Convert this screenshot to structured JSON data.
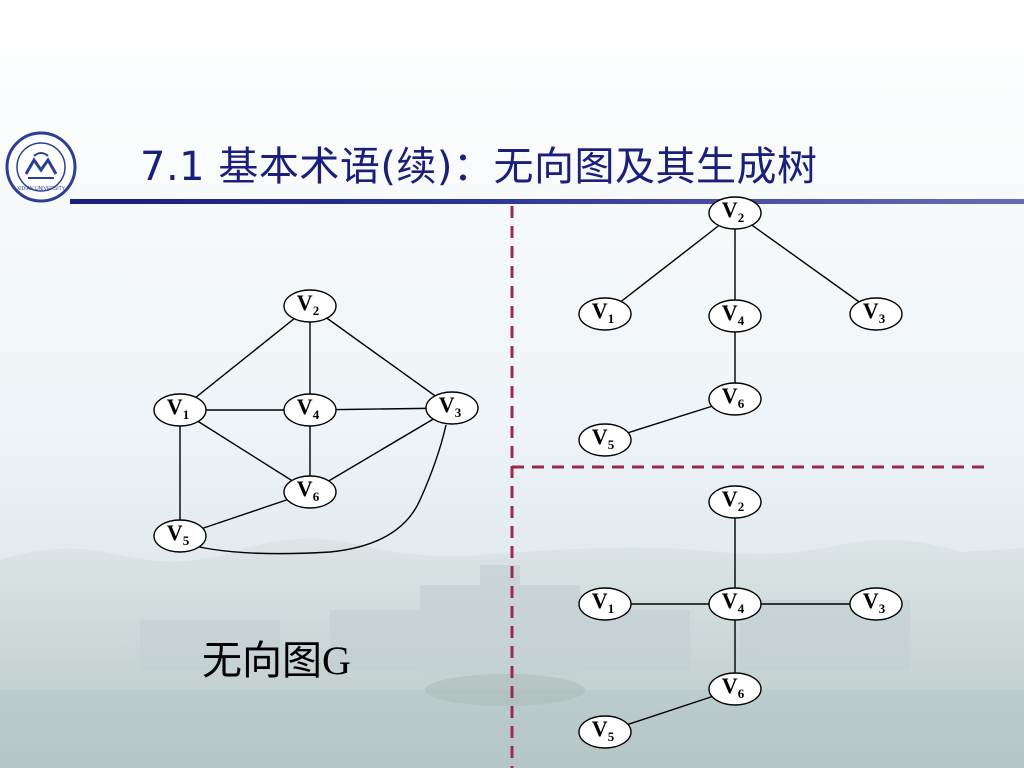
{
  "slide": {
    "title": "7.1 基本术语(续)：无向图及其生成树",
    "caption_prefix": "无向图",
    "caption_g": "G"
  },
  "logo": {
    "icon": "university-seal-icon",
    "text_ring": "XIDIAN UNIVERSITY"
  },
  "colors": {
    "title": "#1b1f7a",
    "divider": "#9c2a4a",
    "edge": "#000000",
    "node_fill": "#ffffff"
  },
  "graphs": [
    {
      "id": "graph-g",
      "nodes": [
        {
          "id": "v1",
          "base": "V",
          "sub": "1"
        },
        {
          "id": "v2",
          "base": "V",
          "sub": "2"
        },
        {
          "id": "v3",
          "base": "V",
          "sub": "3"
        },
        {
          "id": "v4",
          "base": "V",
          "sub": "4"
        },
        {
          "id": "v5",
          "base": "V",
          "sub": "5"
        },
        {
          "id": "v6",
          "base": "V",
          "sub": "6"
        }
      ],
      "edges": [
        [
          "v2",
          "v1"
        ],
        [
          "v2",
          "v4"
        ],
        [
          "v2",
          "v3"
        ],
        [
          "v1",
          "v4"
        ],
        [
          "v4",
          "v3"
        ],
        [
          "v1",
          "v6"
        ],
        [
          "v4",
          "v6"
        ],
        [
          "v3",
          "v6"
        ],
        [
          "v1",
          "v5"
        ],
        [
          "v5",
          "v6"
        ],
        [
          "v5",
          "v3"
        ]
      ]
    },
    {
      "id": "spanning-tree-1",
      "nodes": [
        {
          "id": "v1",
          "base": "V",
          "sub": "1"
        },
        {
          "id": "v2",
          "base": "V",
          "sub": "2"
        },
        {
          "id": "v3",
          "base": "V",
          "sub": "3"
        },
        {
          "id": "v4",
          "base": "V",
          "sub": "4"
        },
        {
          "id": "v5",
          "base": "V",
          "sub": "5"
        },
        {
          "id": "v6",
          "base": "V",
          "sub": "6"
        }
      ],
      "edges": [
        [
          "v2",
          "v1"
        ],
        [
          "v2",
          "v4"
        ],
        [
          "v2",
          "v3"
        ],
        [
          "v4",
          "v6"
        ],
        [
          "v6",
          "v5"
        ]
      ]
    },
    {
      "id": "spanning-tree-2",
      "nodes": [
        {
          "id": "v1",
          "base": "V",
          "sub": "1"
        },
        {
          "id": "v2",
          "base": "V",
          "sub": "2"
        },
        {
          "id": "v3",
          "base": "V",
          "sub": "3"
        },
        {
          "id": "v4",
          "base": "V",
          "sub": "4"
        },
        {
          "id": "v5",
          "base": "V",
          "sub": "5"
        },
        {
          "id": "v6",
          "base": "V",
          "sub": "6"
        }
      ],
      "edges": [
        [
          "v2",
          "v4"
        ],
        [
          "v1",
          "v4"
        ],
        [
          "v4",
          "v3"
        ],
        [
          "v4",
          "v6"
        ],
        [
          "v6",
          "v5"
        ]
      ]
    }
  ]
}
